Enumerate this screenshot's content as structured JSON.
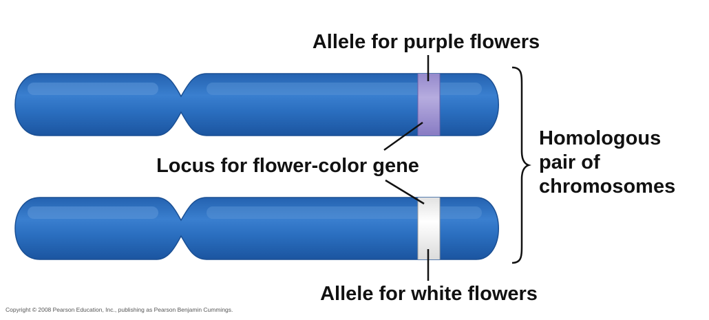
{
  "labels": {
    "allele_purple": "Allele for purple flowers",
    "locus": "Locus for flower-color gene",
    "allele_white": "Allele for white flowers",
    "homologous_line1": "Homologous",
    "homologous_line2": "pair of",
    "homologous_line3": "chromosomes"
  },
  "copyright": "Copyright © 2008 Pearson Education, Inc., publishing as Pearson Benjamin Cummings.",
  "colors": {
    "chromosome": "#2b6fc0",
    "chromosome_dark": "#1d5aa6",
    "chromosome_highlight": "#5e97d8",
    "purple_band": "#a69ad6",
    "white_band": "#f2f2f2"
  }
}
